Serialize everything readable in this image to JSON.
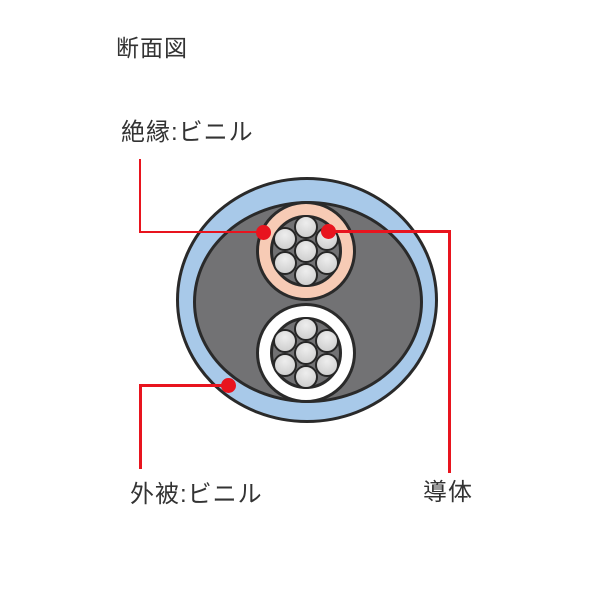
{
  "page": {
    "title": "断面図"
  },
  "callouts": {
    "insulation": {
      "label": "絶縁:ビニル"
    },
    "sheath": {
      "label": "外被:ビニル"
    },
    "conductor": {
      "label": "導体"
    }
  },
  "cable": {
    "cores": 2,
    "wires_per_core": 7,
    "colors": {
      "outer_sheath": "#A8C9E9",
      "filler": "#727274",
      "core_top_insulation": "#F7CBB5",
      "core_bottom_insulation": "#FFFFFF",
      "wire": "#D9D9D9",
      "outline": "#2A2A2A",
      "leader": "#E8141E",
      "text": "#333333"
    }
  }
}
